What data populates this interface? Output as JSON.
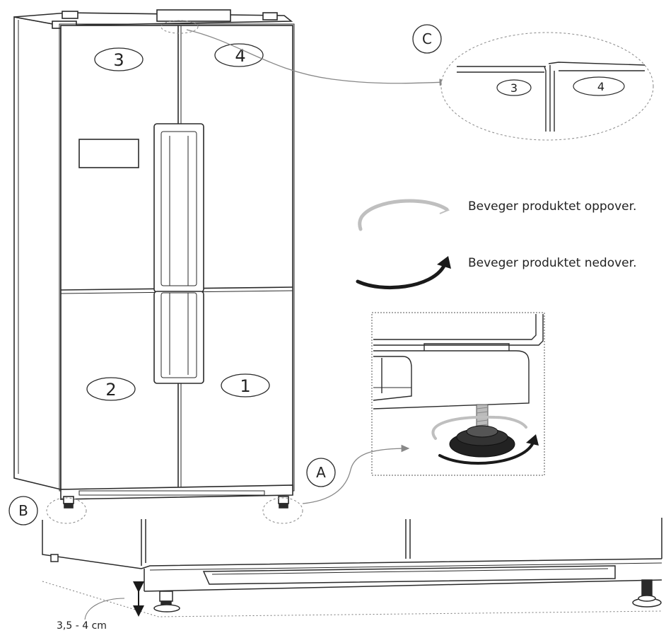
{
  "labels": {
    "door_top_left": "3",
    "door_top_right": "4",
    "door_bottom_left": "2",
    "door_bottom_right": "1",
    "detail_a": "A",
    "detail_b": "B",
    "detail_c": "C",
    "detail_c_left": "3",
    "detail_c_right": "4"
  },
  "instructions": {
    "up": "Beveger produktet oppover.",
    "down": "Beveger produktet nedover."
  },
  "dimension": {
    "clearance": "3,5 - 4 cm"
  },
  "colors": {
    "line": "#2a2a2a",
    "light_arrow": "#bfbfbf",
    "dark_arrow": "#1a1a1a",
    "dashed": "#888888"
  }
}
